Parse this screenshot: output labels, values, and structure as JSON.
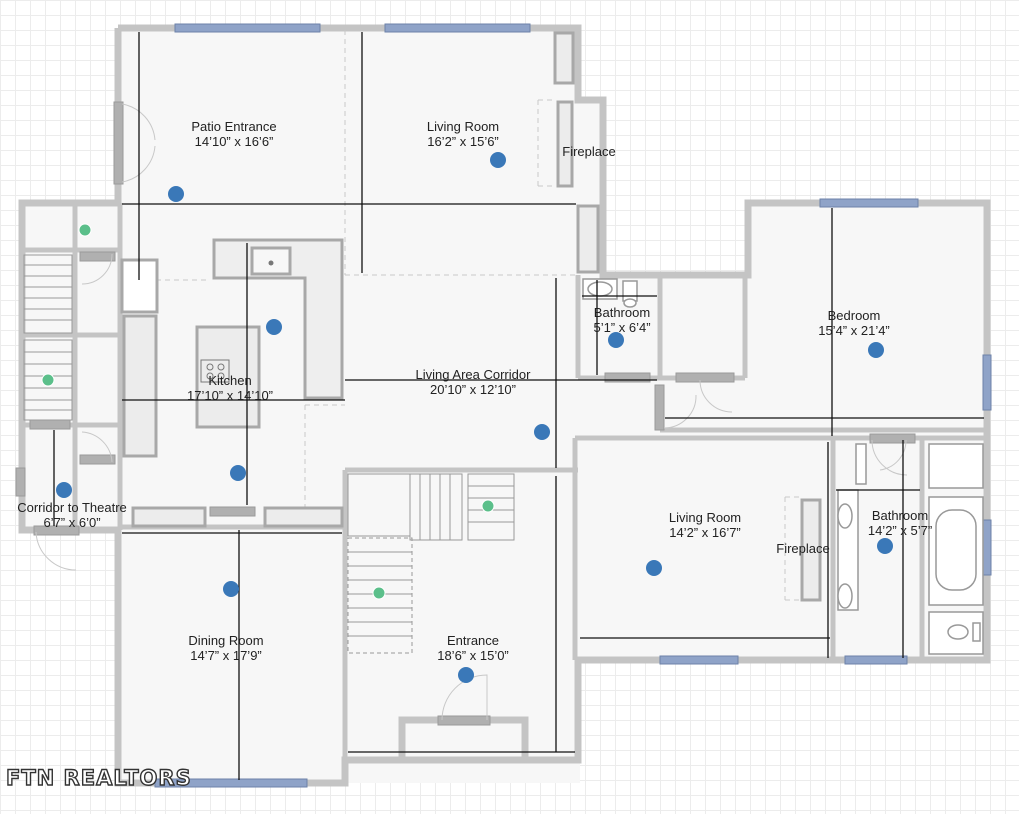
{
  "rooms": {
    "patio_entrance": {
      "name": "Patio Entrance",
      "size": "14’10” x 16’6”"
    },
    "living_room_upper": {
      "name": "Living Room",
      "size": "16’2” x 15’6”"
    },
    "kitchen": {
      "name": "Kitchen",
      "size": "17’10” x 14’10”"
    },
    "bathroom_small": {
      "name": "Bathroom",
      "size": "5’1” x 6’4”"
    },
    "bedroom": {
      "name": "Bedroom",
      "size": "15’4” x 21’4”"
    },
    "living_area_corridor": {
      "name": "Living Area Corridor",
      "size": "20’10” x 12’10”"
    },
    "corridor_to_theatre": {
      "name": "Corridor to Theatre",
      "size": "6’7” x 6’0”"
    },
    "living_room_lower": {
      "name": "Living Room",
      "size": "14’2” x 16’7”"
    },
    "bathroom_master": {
      "name": "Bathroom",
      "size": "14’2” x 5’7”"
    },
    "dining_room": {
      "name": "Dining Room",
      "size": "14’7” x 17’9”"
    },
    "entrance": {
      "name": "Entrance",
      "size": "18’6” x 15’0”"
    }
  },
  "features": {
    "fireplace_upper": "Fireplace",
    "fireplace_lower": "Fireplace"
  },
  "brand": "FTN REALTORS",
  "colors": {
    "wall": "#c4c4c4",
    "wall_edge": "#9a9a9a",
    "window": "#8fa3c8",
    "room_marker": "#3a78b8",
    "stair_marker": "#5bbf8a",
    "dimension_line": "#111111",
    "floor": "#f7f7f7"
  }
}
